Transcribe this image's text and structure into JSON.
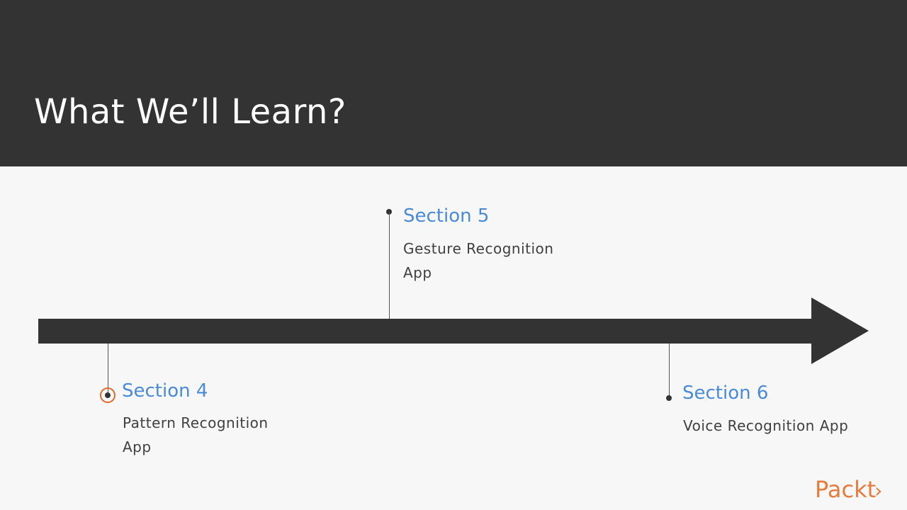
{
  "slide": {
    "title": "What We’ll Learn?"
  },
  "timeline": {
    "sections": [
      {
        "title": "Section 4",
        "description_lines": [
          "Pattern Recognition",
          "App"
        ],
        "position": "below",
        "marker": "highlighted"
      },
      {
        "title": "Section 5",
        "description_lines": [
          "Gesture Recognition",
          "App"
        ],
        "position": "above",
        "marker": "dot"
      },
      {
        "title": "Section 6",
        "description_lines": [
          "Voice Recognition App"
        ],
        "position": "below",
        "marker": "dot"
      }
    ]
  },
  "brand": {
    "logo_text": "Packt",
    "logo_glyph": "›"
  },
  "colors": {
    "header_bg": "#333333",
    "section_title": "#4a8ad6",
    "highlight_ring": "#e06a2c",
    "logo": "#e77b3c"
  }
}
